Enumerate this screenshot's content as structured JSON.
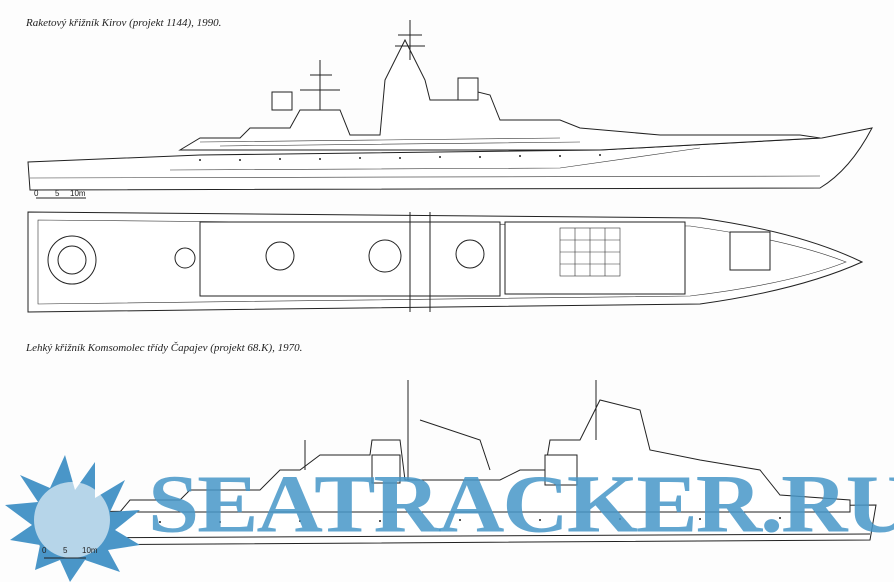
{
  "captions": {
    "kirov": "Raketový křižník Kirov (projekt 1144), 1990.",
    "capajev": "Lehký křižník Komsomolec třídy Čapajev (projekt 68.K), 1970."
  },
  "scale_bars": {
    "kirov": [
      "0",
      "5",
      "10m"
    ],
    "capajev": [
      "0",
      "5",
      "10m"
    ]
  },
  "watermark": {
    "text": "SEATRACKER.RU",
    "color": "#4a96c8"
  }
}
